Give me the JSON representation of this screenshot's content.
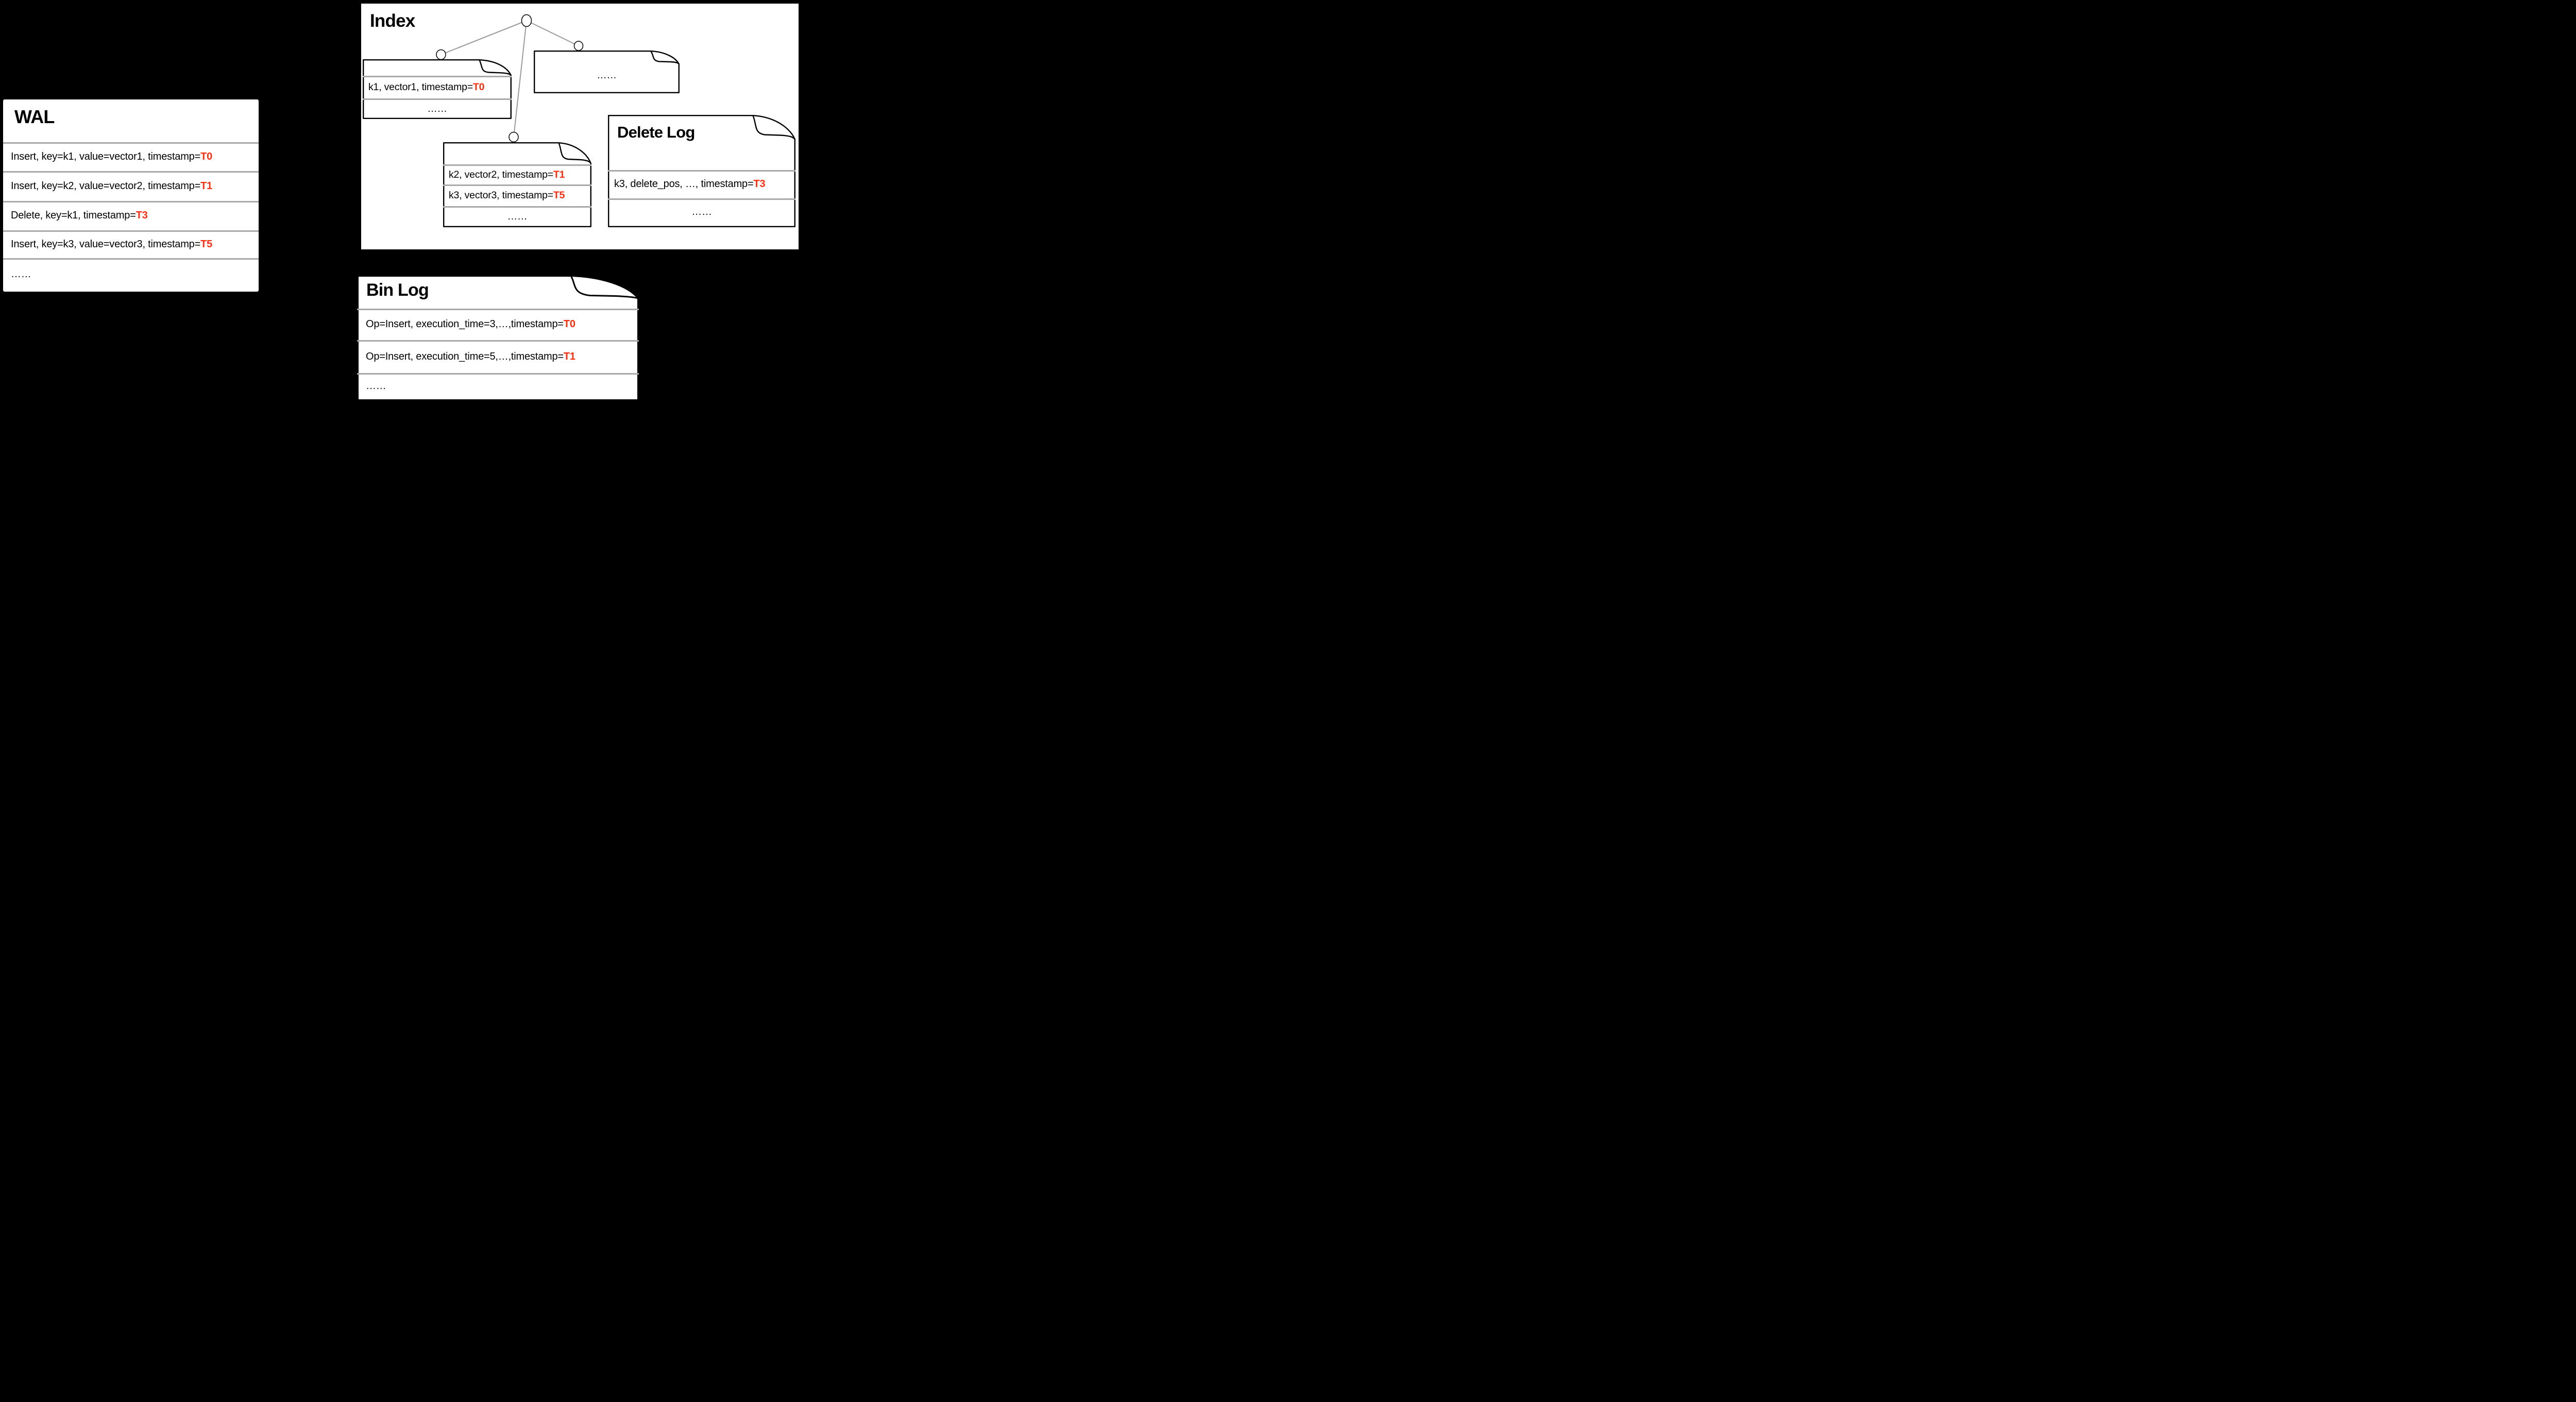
{
  "colors": {
    "accent": "#FB2D0D",
    "divider": "#A9A9A9",
    "edge": "#9A9A9A",
    "panel_bg": "#FFFFFF",
    "canvas_bg": "#000000"
  },
  "wal": {
    "title": "WAL",
    "rows": [
      {
        "text": "Insert, key=k1, value=vector1, timestamp=",
        "t": "T0"
      },
      {
        "text": "Insert, key=k2, value=vector2, timestamp=",
        "t": "T1"
      },
      {
        "text": "Delete, key=k1, timestamp=",
        "t": "T3"
      },
      {
        "text": "Insert, key=k3, value=vector3, timestamp=",
        "t": "T5"
      }
    ],
    "dots": "……"
  },
  "index": {
    "title": "Index",
    "left_file": {
      "rows": [
        {
          "text": "k1, vector1, timestamp=",
          "t": "T0"
        }
      ],
      "dots": "……"
    },
    "right_file": {
      "dots": "……"
    },
    "mid_file": {
      "rows": [
        {
          "text": "k2, vector2, timestamp=",
          "t": "T1"
        },
        {
          "text": "k3, vector3, timestamp=",
          "t": "T5"
        }
      ],
      "dots": "……"
    }
  },
  "delete_log": {
    "title": "Delete Log",
    "rows": [
      {
        "text": "k3, delete_pos, …, timestamp=",
        "t": "T3"
      }
    ],
    "dots": "……"
  },
  "bin_log": {
    "title": "Bin Log",
    "rows": [
      {
        "text": "Op=Insert, execution_time=3,…,timestamp=",
        "t": "T0"
      },
      {
        "text": "Op=Insert, execution_time=5,…,timestamp=",
        "t": "T1"
      }
    ],
    "dots": "……"
  }
}
